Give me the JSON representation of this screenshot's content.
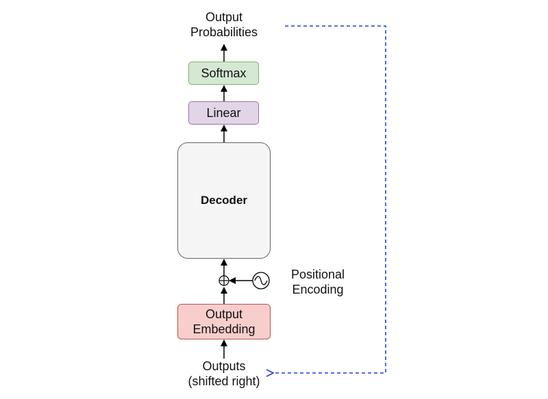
{
  "nodes": {
    "output_probabilities": "Output\nProbabilities",
    "softmax": "Softmax",
    "linear": "Linear",
    "decoder": "Decoder",
    "positional_encoding": "Positional\nEncoding",
    "output_embedding": "Output\nEmbedding",
    "outputs": "Outputs\n(shifted right)"
  },
  "colors": {
    "softmax_fill": "#d5e8d4",
    "softmax_stroke": "#82b366",
    "linear_fill": "#e1d5e7",
    "linear_stroke": "#9673a6",
    "decoder_fill": "#f5f5f5",
    "decoder_stroke": "#666666",
    "embedding_fill": "#f8cecc",
    "embedding_stroke": "#b85450",
    "feedback_arrow": "#1f3de0"
  }
}
